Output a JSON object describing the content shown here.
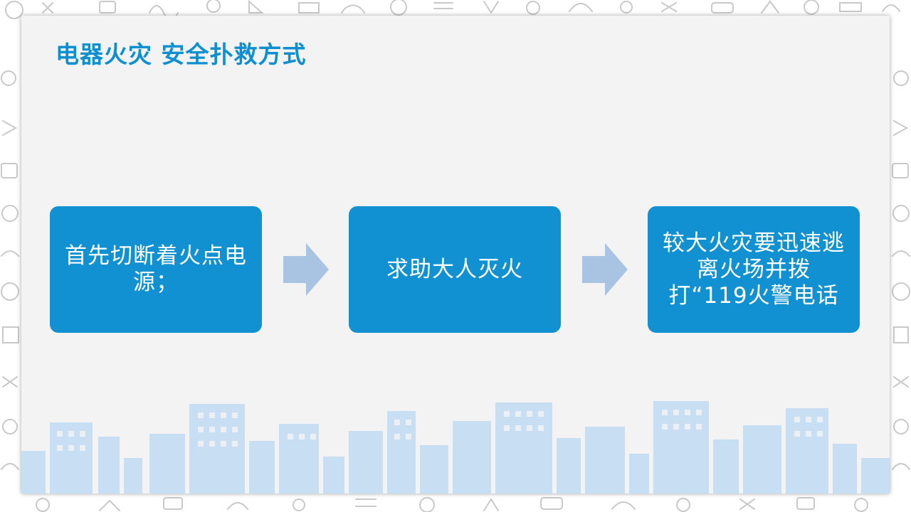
{
  "slide": {
    "title": "电器火灾 安全扑救方式"
  },
  "steps": [
    {
      "text": "首先切断着火点电源；"
    },
    {
      "text": "求助大人灭火"
    },
    {
      "text": "较大火灾要迅速逃离火场并拨打“119火警电话"
    }
  ],
  "arrows": [
    {
      "icon": "right-arrow-icon"
    },
    {
      "icon": "right-arrow-icon"
    }
  ],
  "colors": {
    "accent": "#0d8fd0",
    "box": "#1190d2",
    "arrow": "#a9c4e2",
    "skyline": "#c8def2",
    "panel": "#f3f3f4"
  }
}
